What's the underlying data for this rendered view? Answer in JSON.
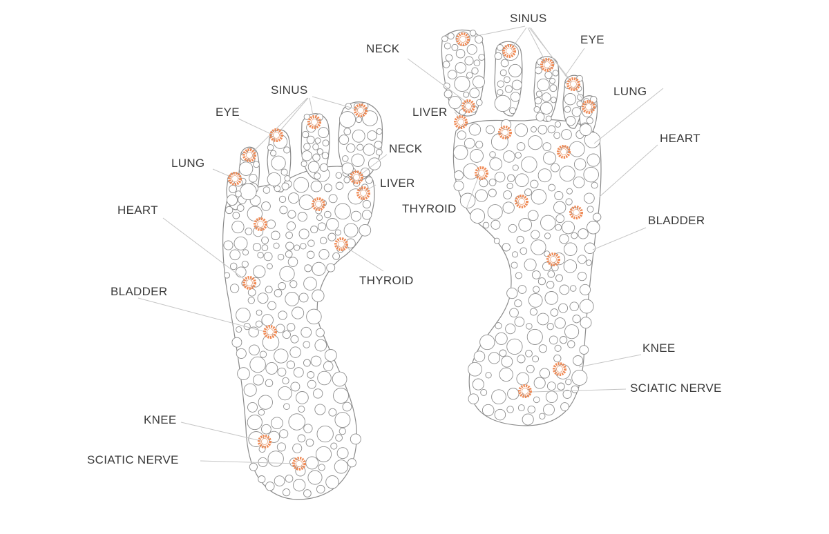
{
  "colors": {
    "marker": "#ef8a55",
    "bubble_stroke": "#8d8d8d",
    "leader": "#c4c4c4",
    "label": "#3a3a3a",
    "background": "#ffffff"
  },
  "left_foot": {
    "labels": {
      "sinus": "SINUS",
      "eye": "EYE",
      "lung": "LUNG",
      "heart": "HEART",
      "bladder": "BLADDER",
      "knee": "KNEE",
      "sciatic_nerve": "SCIATIC NERVE",
      "neck": "NECK",
      "liver": "LIVER",
      "thyroid": "THYROID"
    }
  },
  "right_foot": {
    "labels": {
      "sinus": "SINUS",
      "eye": "EYE",
      "lung": "LUNG",
      "heart": "HEART",
      "bladder": "BLADDER",
      "knee": "KNEE",
      "sciatic_nerve": "SCIATIC NERVE",
      "neck": "NECK",
      "liver": "LIVER",
      "thyroid": "THYROID"
    }
  }
}
